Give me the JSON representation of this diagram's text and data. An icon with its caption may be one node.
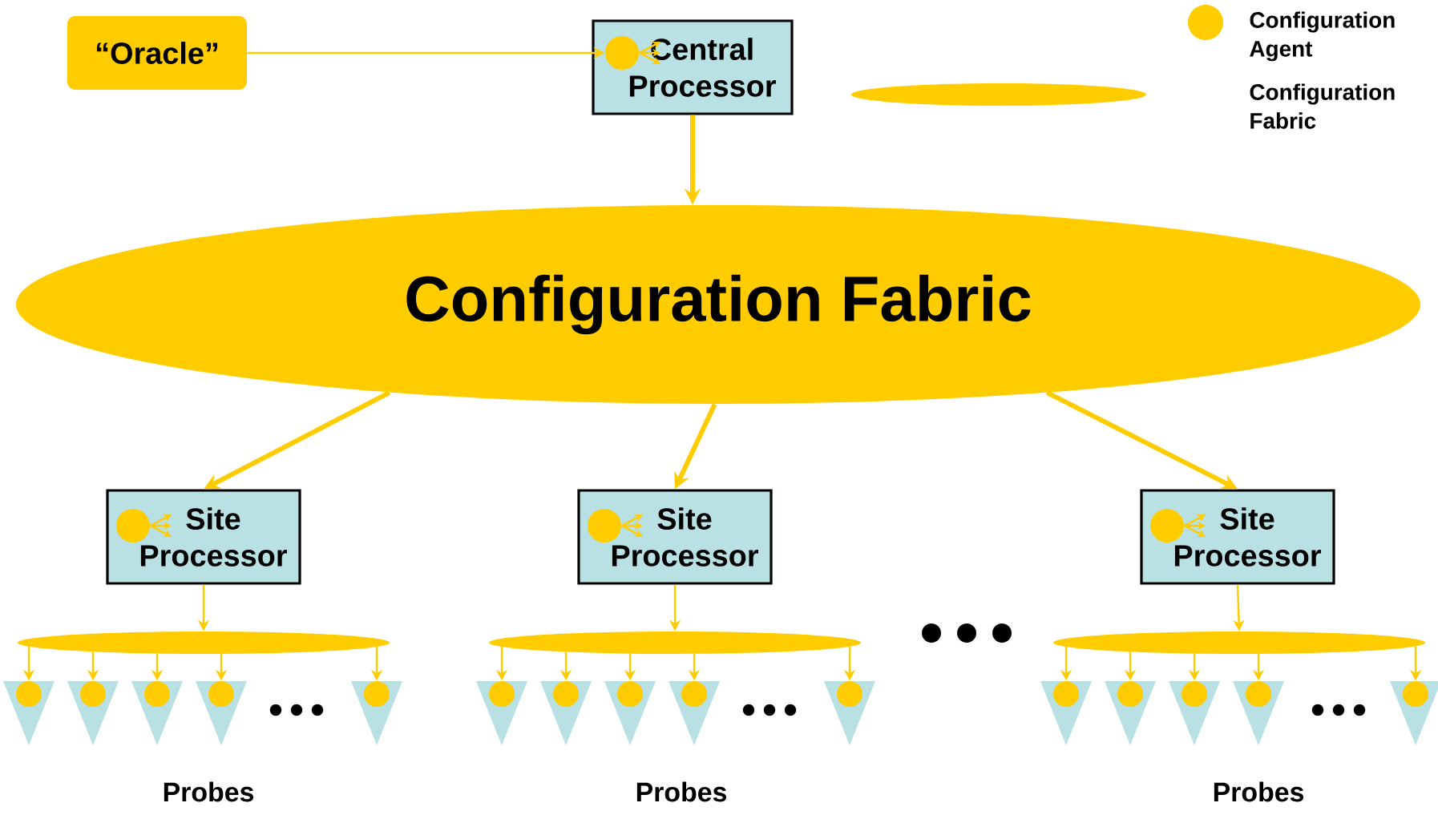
{
  "diagram": {
    "nodes": [
      {
        "text": [
          "“Oracle”"
        ]
      },
      {
        "text": [
          "Central Processor"
        ]
      },
      {
        "text": [],
        "shape": "circle",
        "in": 1
      },
      {
        "text": [
          "Configuration Fabric"
        ]
      },
      {
        "text": [
          "Site Processor"
        ]
      },
      {
        "text": [
          "Site Processor"
        ]
      },
      {
        "text": [
          "Site Processor"
        ]
      },
      {
        "text": [],
        "shape": "circle",
        "in": 4
      },
      {
        "text": [],
        "shape": "circle",
        "in": 5
      },
      {
        "text": [],
        "shape": "circle",
        "in": 6
      },
      {
        "text": [],
        "shape": "ellipse"
      },
      {
        "text": [],
        "shape": "ellipse"
      },
      {
        "text": [],
        "shape": "ellipse"
      },
      {
        "text": [],
        "shape": "triangle"
      },
      {
        "text": [],
        "shape": "triangle"
      },
      {
        "text": [],
        "shape": "triangle"
      },
      {
        "text": [],
        "shape": "triangle"
      },
      {
        "text": [],
        "shape": "triangle"
      },
      {
        "text": [],
        "shape": "triangle"
      },
      {
        "text": [],
        "shape": "triangle"
      },
      {
        "text": [],
        "shape": "triangle"
      },
      {
        "text": [],
        "shape": "triangle"
      },
      {
        "text": [],
        "shape": "triangle"
      },
      {
        "text": [],
        "shape": "triangle"
      },
      {
        "text": [],
        "shape": "triangle"
      },
      {
        "text": [],
        "shape": "triangle"
      },
      {
        "text": [],
        "shape": "triangle"
      },
      {
        "text": [],
        "shape": "triangle"
      }
    ],
    "edges": [
      {
        "from": 0,
        "to": 2,
        "arrow": "to"
      },
      {
        "from": 1,
        "to": 3,
        "arrow": "to",
        "style": "thick"
      },
      {
        "from": 3,
        "to": 4,
        "arrow": "to",
        "style": "thick"
      },
      {
        "from": 3,
        "to": 5,
        "arrow": "to",
        "style": "thick"
      },
      {
        "from": 3,
        "to": 6,
        "arrow": "to",
        "style": "thick"
      },
      {
        "from": 4,
        "to": 10,
        "arrow": "to"
      },
      {
        "from": 5,
        "to": 11,
        "arrow": "to"
      },
      {
        "from": 6,
        "to": 12,
        "arrow": "to"
      },
      {
        "from": 10,
        "to": 13,
        "arrow": "to"
      },
      {
        "from": 10,
        "to": 14,
        "arrow": "to"
      },
      {
        "from": 10,
        "to": 15,
        "arrow": "to"
      },
      {
        "from": 10,
        "to": 16,
        "arrow": "to"
      },
      {
        "from": 10,
        "to": 17,
        "arrow": "to"
      },
      {
        "from": 11,
        "to": 18,
        "arrow": "to"
      },
      {
        "from": 11,
        "to": 19,
        "arrow": "to"
      },
      {
        "from": 11,
        "to": 20,
        "arrow": "to"
      },
      {
        "from": 11,
        "to": 21,
        "arrow": "to"
      },
      {
        "from": 11,
        "to": 22,
        "arrow": "to"
      },
      {
        "from": 12,
        "to": 23,
        "arrow": "to"
      },
      {
        "from": 12,
        "to": 24,
        "arrow": "to"
      },
      {
        "from": 12,
        "to": 25,
        "arrow": "to"
      },
      {
        "from": 12,
        "to": 26,
        "arrow": "to"
      },
      {
        "from": 12,
        "to": 27,
        "arrow": "to"
      }
    ],
    "labels": [
      "Probes",
      "Probes",
      "Probes"
    ],
    "legend": [
      {
        "text": "Configuration Agent"
      },
      {
        "text": "Configuration Fabric"
      }
    ]
  }
}
